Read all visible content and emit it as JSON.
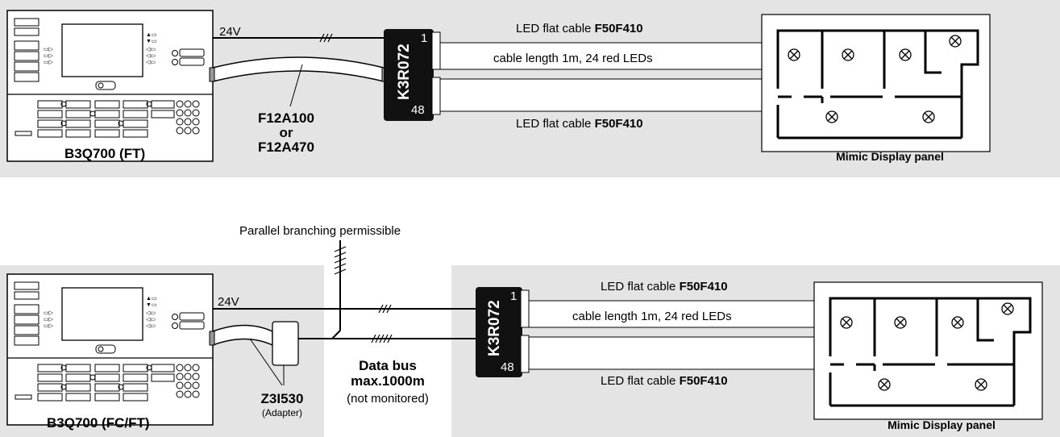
{
  "top": {
    "voltage": "24V",
    "module_name": "K3R072",
    "pin_top": "1",
    "pin_bottom": "48",
    "led_cable_top": {
      "prefix": "LED flat cable ",
      "code": "F50F410"
    },
    "cable_length": "cable length 1m, 24 red LEDs",
    "led_cable_bottom": {
      "prefix": "LED flat cable ",
      "code": "F50F410"
    },
    "bus_cable_1": "F12A100",
    "bus_cable_or": "or",
    "bus_cable_2": "F12A470",
    "panel_label": "B3Q700 (FT)",
    "display_label": "Mimic Display panel"
  },
  "bottom": {
    "branching_note": "Parallel branching permissible",
    "voltage": "24V",
    "module_name": "K3R072",
    "pin_top": "1",
    "pin_bottom": "48",
    "led_cable_top": {
      "prefix": "LED flat cable ",
      "code": "F50F410"
    },
    "cable_length": "cable length 1m, 24 red LEDs",
    "led_cable_bottom": {
      "prefix": "LED flat cable ",
      "code": "F50F410"
    },
    "adapter_code": "Z3I530",
    "adapter_note": "(Adapter)",
    "bus_title": "Data bus",
    "bus_length": "max.1000m",
    "bus_note": "(not monitored)",
    "panel_label": "B3Q700 (FC/FT)",
    "display_label": "Mimic Display panel"
  },
  "colors": {
    "background_band": "#e4e4e4",
    "module_fill": "#111111",
    "line": "#000000"
  }
}
